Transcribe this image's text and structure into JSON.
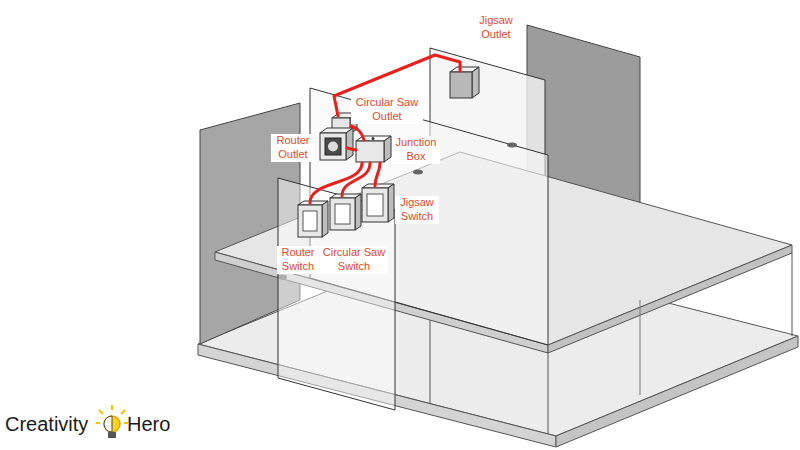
{
  "diagram": {
    "labels": [
      "Jigsaw Outlet",
      "Circular Saw Outlet",
      "Router Outlet",
      "Junction Box",
      "Router Switch",
      "Circular Saw Switch",
      "Jigsaw Switch",
      "Creativity",
      "Hero"
    ]
  }
}
